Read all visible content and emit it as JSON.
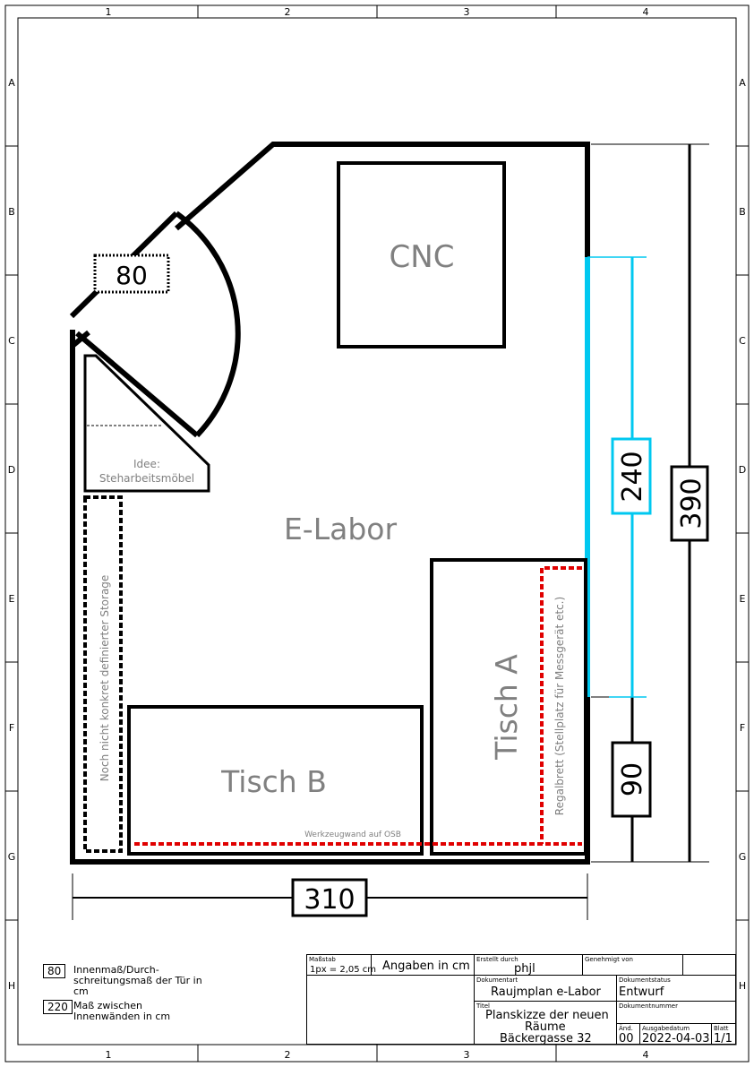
{
  "grid": {
    "columns": [
      "1",
      "2",
      "3",
      "4"
    ],
    "rows": [
      "A",
      "B",
      "C",
      "D",
      "E",
      "F",
      "G",
      "H"
    ]
  },
  "room": {
    "name": "E-Labor",
    "door_width": "80",
    "idea_label_line1": "Idee:",
    "idea_label_line2": "Steharbeitsmöbel",
    "storage_label": "Noch nicht konkret definierter Storage",
    "cnc_label": "CNC",
    "table_a_label": "Tisch A",
    "table_b_label": "Tisch B",
    "shelf_label": "Regalbrett (Stellplatz für Messgerät etc.)",
    "tool_wall_label": "Werkzeugwand auf OSB"
  },
  "dimensions": {
    "width": "310",
    "height_total": "390",
    "window_width": "240",
    "wall_segment": "90"
  },
  "colors": {
    "wall": "#000000",
    "room_label": "#808080",
    "window": "#00c8f0",
    "tool_wall_dashed": "#e00000"
  },
  "legend": {
    "items": [
      {
        "box": "80",
        "text": "Innenmaß/Durch-schreitungsmaß der Tür in cm"
      },
      {
        "box": "220",
        "text": "Maß zwischen Innenwänden in cm"
      }
    ]
  },
  "title_block": {
    "scale_label": "Maßstab",
    "scale_value": "1px = 2,05 cm",
    "units_note": "Angaben in cm",
    "created_by_label": "Erstellt durch",
    "created_by": "phjl",
    "approved_by_label": "Genehmigt von",
    "approved_by": "",
    "doc_type_label": "Dokumentart",
    "doc_type": "Raujmplan e-Labor",
    "doc_status_label": "Dokumentstatus",
    "doc_status": "Entwurf",
    "title_label": "Titel",
    "title_line1": "Planskizze der neuen",
    "title_line2": "Räume",
    "title_line3": "Bäckergasse 32",
    "doc_number_label": "Dokumentnummer",
    "doc_number": "",
    "revision_label": "Änd.",
    "revision": "00",
    "issue_date_label": "Ausgabedatum",
    "issue_date": "2022-04-03",
    "sheet_label": "Blatt",
    "sheet": "1/1"
  }
}
